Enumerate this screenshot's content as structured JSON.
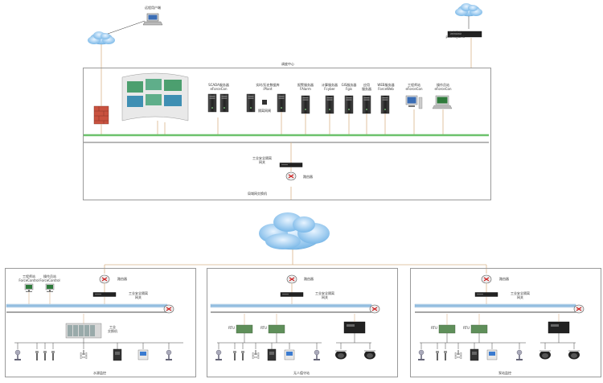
{
  "top": {
    "remote_label": "远程用户端",
    "center_title": "调度中心",
    "scada_label_1": "SCADA服务器",
    "scada_label_2": "eForceCon",
    "history_label_1": "实时/历史数据库",
    "history_label_2": "iPlant",
    "alarm_label_1": "报警服务器",
    "alarm_label_2": "FAlarm",
    "calc_label_1": "计算服务器",
    "calc_label_2": "Fcyber",
    "gis_label_1": "GIS服务器",
    "gis_label_2": "Fgis",
    "app_label_1": "应用",
    "app_label_2": "服务器",
    "web_label_1": "WEB服务器",
    "web_label_2": "ForceWeb",
    "eng_label_1": "工程师站",
    "eng_label_2": "eForceCon",
    "op_label_1": "操作员站",
    "op_label_2": "eForceCon",
    "security_label_1": "安全网关",
    "security_label_2": "pSafetyLink",
    "firewall_label_1": "工业安全隔离",
    "firewall_label_2": "网关",
    "router_label": "路由器",
    "bottom_caption": "局域网交换机",
    "isolator_label": "隔离网闸"
  },
  "sites": [
    {
      "name": "水源监控",
      "router_label": "路由器",
      "gateway_label_1": "工业安全隔离",
      "gateway_label_2": "网关",
      "switch_label_1": "工业",
      "switch_label_2": "交换机",
      "ws1_label_1": "工程师站",
      "ws1_label_2": "ForceControl",
      "ws2_label_1": "操作员站",
      "ws2_label_2": "ForceControl"
    },
    {
      "name": "无人值守站",
      "router_label": "路由器",
      "gateway_label_1": "工业安全隔离",
      "gateway_label_2": "网关",
      "rtu1_label": "RTU",
      "rtu2_label": "RTU"
    },
    {
      "name": "泵站监控",
      "router_label": "路由器",
      "gateway_label_1": "工业安全隔离",
      "gateway_label_2": "网关",
      "rtu1_label": "RTU",
      "rtu2_label": "RTU"
    }
  ]
}
